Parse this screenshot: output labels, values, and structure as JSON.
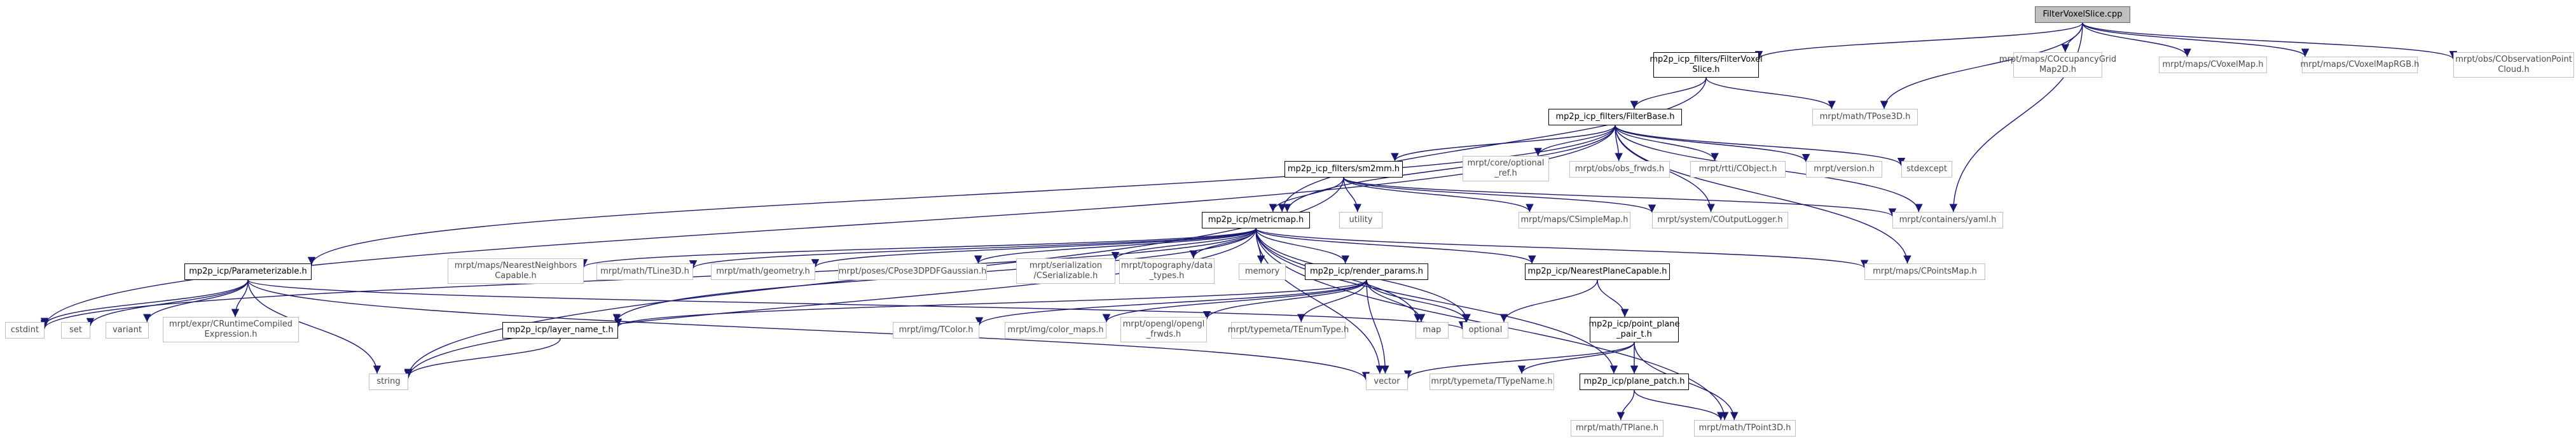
{
  "diagram": {
    "nodes": [
      {
        "id": "root",
        "lines": [
          "FilterVoxelSlice.cpp"
        ],
        "style": "root"
      },
      {
        "id": "fvs_h",
        "lines": [
          "mp2p_icp_filters/FilterVoxel",
          "Slice.h"
        ],
        "style": "documented"
      },
      {
        "id": "occgrid",
        "lines": [
          "mrpt/maps/COccupancyGrid",
          "Map2D.h"
        ],
        "style": "external"
      },
      {
        "id": "voxelmap",
        "lines": [
          "mrpt/maps/CVoxelMap.h"
        ],
        "style": "external"
      },
      {
        "id": "voxelrgb",
        "lines": [
          "mrpt/maps/CVoxelMapRGB.h"
        ],
        "style": "external"
      },
      {
        "id": "obspc",
        "lines": [
          "mrpt/obs/CObservationPoint",
          "Cloud.h"
        ],
        "style": "external"
      },
      {
        "id": "filterbase",
        "lines": [
          "mp2p_icp_filters/FilterBase.h"
        ],
        "style": "documented"
      },
      {
        "id": "tpose3d",
        "lines": [
          "mrpt/math/TPose3D.h"
        ],
        "style": "external"
      },
      {
        "id": "cstdint",
        "lines": [
          "cstdint"
        ],
        "style": "external"
      },
      {
        "id": "parameterizable",
        "lines": [
          "mp2p_icp/Parameterizable.h"
        ],
        "style": "documented"
      },
      {
        "id": "sm2mm",
        "lines": [
          "mp2p_icp_filters/sm2mm.h"
        ],
        "style": "documented"
      },
      {
        "id": "coreopt",
        "lines": [
          "mrpt/core/optional",
          "_ref.h"
        ],
        "style": "external"
      },
      {
        "id": "obsfrwds",
        "lines": [
          "mrpt/obs/obs_frwds.h"
        ],
        "style": "external"
      },
      {
        "id": "cobject",
        "lines": [
          "mrpt/rtti/CObject.h"
        ],
        "style": "external"
      },
      {
        "id": "version",
        "lines": [
          "mrpt/version.h"
        ],
        "style": "external"
      },
      {
        "id": "stdexcept",
        "lines": [
          "stdexcept"
        ],
        "style": "external"
      },
      {
        "id": "yaml",
        "lines": [
          "mrpt/containers/yaml.h"
        ],
        "style": "external"
      },
      {
        "id": "cpointsmap",
        "lines": [
          "mrpt/maps/CPointsMap.h"
        ],
        "style": "external"
      },
      {
        "id": "metricmap",
        "lines": [
          "mp2p_icp/metricmap.h"
        ],
        "style": "documented"
      },
      {
        "id": "utility",
        "lines": [
          "utility"
        ],
        "style": "external"
      },
      {
        "id": "csimplemap",
        "lines": [
          "mrpt/maps/CSimpleMap.h"
        ],
        "style": "external"
      },
      {
        "id": "coutputlogger",
        "lines": [
          "mrpt/system/COutputLogger.h"
        ],
        "style": "external"
      },
      {
        "id": "string",
        "lines": [
          "string"
        ],
        "style": "external"
      },
      {
        "id": "set",
        "lines": [
          "set"
        ],
        "style": "external"
      },
      {
        "id": "variant",
        "lines": [
          "variant"
        ],
        "style": "external"
      },
      {
        "id": "cruntime",
        "lines": [
          "mrpt/expr/CRuntimeCompiled",
          "Expression.h"
        ],
        "style": "external"
      },
      {
        "id": "vector",
        "lines": [
          "vector"
        ],
        "style": "external"
      },
      {
        "id": "nnc",
        "lines": [
          "mrpt/maps/NearestNeighbors",
          "Capable.h"
        ],
        "style": "external"
      },
      {
        "id": "tline3d",
        "lines": [
          "mrpt/math/TLine3D.h"
        ],
        "style": "external"
      },
      {
        "id": "geometry",
        "lines": [
          "mrpt/math/geometry.h"
        ],
        "style": "external"
      },
      {
        "id": "cpose3dpdfg",
        "lines": [
          "mrpt/poses/CPose3DPDFGaussian.h"
        ],
        "style": "external"
      },
      {
        "id": "cserializable",
        "lines": [
          "mrpt/serialization",
          "/CSerializable.h"
        ],
        "style": "external"
      },
      {
        "id": "topodata",
        "lines": [
          "mrpt/topography/data",
          "_types.h"
        ],
        "style": "external"
      },
      {
        "id": "memory",
        "lines": [
          "memory"
        ],
        "style": "external"
      },
      {
        "id": "renderparams",
        "lines": [
          "mp2p_icp/render_params.h"
        ],
        "style": "documented"
      },
      {
        "id": "npcapable",
        "lines": [
          "mp2p_icp/NearestPlaneCapable.h"
        ],
        "style": "documented"
      },
      {
        "id": "layername",
        "lines": [
          "mp2p_icp/layer_name_t.h"
        ],
        "style": "documented"
      },
      {
        "id": "tcolor",
        "lines": [
          "mrpt/img/TColor.h"
        ],
        "style": "external"
      },
      {
        "id": "colormaps",
        "lines": [
          "mrpt/img/color_maps.h"
        ],
        "style": "external"
      },
      {
        "id": "openglfrwds",
        "lines": [
          "mrpt/opengl/opengl",
          "_frwds.h"
        ],
        "style": "external"
      },
      {
        "id": "tenumtype",
        "lines": [
          "mrpt/typemeta/TEnumType.h"
        ],
        "style": "external"
      },
      {
        "id": "map",
        "lines": [
          "map"
        ],
        "style": "external"
      },
      {
        "id": "optional",
        "lines": [
          "optional"
        ],
        "style": "external"
      },
      {
        "id": "pointplanepair",
        "lines": [
          "mp2p_icp/point_plane",
          "_pair_t.h"
        ],
        "style": "documented"
      },
      {
        "id": "ttypename",
        "lines": [
          "mrpt/typemeta/TTypeName.h"
        ],
        "style": "external"
      },
      {
        "id": "planepatch",
        "lines": [
          "mp2p_icp/plane_patch.h"
        ],
        "style": "documented"
      },
      {
        "id": "tplane",
        "lines": [
          "mrpt/math/TPlane.h"
        ],
        "style": "external"
      },
      {
        "id": "tpoint3d",
        "lines": [
          "mrpt/math/TPoint3D.h"
        ],
        "style": "external"
      }
    ],
    "edges": [
      [
        "root",
        "fvs_h"
      ],
      [
        "root",
        "occgrid"
      ],
      [
        "root",
        "voxelmap"
      ],
      [
        "root",
        "voxelrgb"
      ],
      [
        "root",
        "obspc"
      ],
      [
        "root",
        "tpose3d"
      ],
      [
        "root",
        "yaml"
      ],
      [
        "fvs_h",
        "filterbase"
      ],
      [
        "fvs_h",
        "tpose3d"
      ],
      [
        "fvs_h",
        "metricmap"
      ],
      [
        "filterbase",
        "cstdint"
      ],
      [
        "filterbase",
        "parameterizable"
      ],
      [
        "filterbase",
        "sm2mm"
      ],
      [
        "filterbase",
        "coreopt"
      ],
      [
        "filterbase",
        "obsfrwds"
      ],
      [
        "filterbase",
        "cobject"
      ],
      [
        "filterbase",
        "version"
      ],
      [
        "filterbase",
        "stdexcept"
      ],
      [
        "filterbase",
        "yaml"
      ],
      [
        "filterbase",
        "cpointsmap"
      ],
      [
        "filterbase",
        "coutputlogger"
      ],
      [
        "filterbase",
        "metricmap"
      ],
      [
        "sm2mm",
        "metricmap"
      ],
      [
        "sm2mm",
        "utility"
      ],
      [
        "sm2mm",
        "csimplemap"
      ],
      [
        "sm2mm",
        "coutputlogger"
      ],
      [
        "sm2mm",
        "yaml"
      ],
      [
        "sm2mm",
        "string"
      ],
      [
        "parameterizable",
        "cstdint"
      ],
      [
        "parameterizable",
        "set"
      ],
      [
        "parameterizable",
        "variant"
      ],
      [
        "parameterizable",
        "cruntime"
      ],
      [
        "parameterizable",
        "string"
      ],
      [
        "parameterizable",
        "vector"
      ],
      [
        "parameterizable",
        "optional"
      ],
      [
        "metricmap",
        "nnc"
      ],
      [
        "metricmap",
        "tline3d"
      ],
      [
        "metricmap",
        "geometry"
      ],
      [
        "metricmap",
        "cpose3dpdfg"
      ],
      [
        "metricmap",
        "cserializable"
      ],
      [
        "metricmap",
        "topodata"
      ],
      [
        "metricmap",
        "memory"
      ],
      [
        "metricmap",
        "renderparams"
      ],
      [
        "metricmap",
        "npcapable"
      ],
      [
        "metricmap",
        "cpointsmap"
      ],
      [
        "metricmap",
        "layername"
      ],
      [
        "metricmap",
        "string"
      ],
      [
        "metricmap",
        "map"
      ],
      [
        "metricmap",
        "optional"
      ],
      [
        "metricmap",
        "vector"
      ],
      [
        "metricmap",
        "cstdint"
      ],
      [
        "metricmap",
        "tpoint3d"
      ],
      [
        "metricmap",
        "planepatch"
      ],
      [
        "renderparams",
        "layername"
      ],
      [
        "renderparams",
        "tcolor"
      ],
      [
        "renderparams",
        "colormaps"
      ],
      [
        "renderparams",
        "openglfrwds"
      ],
      [
        "renderparams",
        "tenumtype"
      ],
      [
        "renderparams",
        "map"
      ],
      [
        "renderparams",
        "optional"
      ],
      [
        "renderparams",
        "vector"
      ],
      [
        "npcapable",
        "optional"
      ],
      [
        "npcapable",
        "pointplanepair"
      ],
      [
        "layername",
        "string"
      ],
      [
        "pointplanepair",
        "vector"
      ],
      [
        "pointplanepair",
        "ttypename"
      ],
      [
        "pointplanepair",
        "planepatch"
      ],
      [
        "pointplanepair",
        "tpoint3d"
      ],
      [
        "planepatch",
        "tplane"
      ],
      [
        "planepatch",
        "tpoint3d"
      ]
    ]
  }
}
